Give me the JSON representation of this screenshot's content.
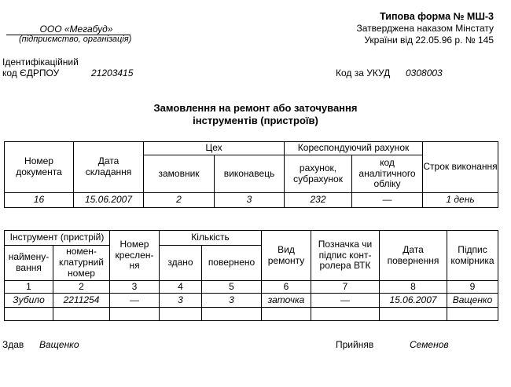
{
  "form": {
    "title": "Типова форма № МШ-3",
    "approved_line1": "Затверджена наказом Мінстату",
    "approved_line2": "України від 22.05.96 р. № 145"
  },
  "org": {
    "name": "ООО «Мегабуд»",
    "caption": "(підприємство, організація)"
  },
  "ident": {
    "label1": "Ідентифікаційний",
    "label2": "код ЄДРПОУ",
    "value": "21203415",
    "ukud_label": "Код за УКУД",
    "ukud_value": "0308003"
  },
  "doc_title": {
    "line1": "Замовлення на ремонт або заточування",
    "line2": "інструментів (пристроїв)"
  },
  "table1": {
    "headers": {
      "doc_number": "Номер документа",
      "date": "Дата складання",
      "shop": "Цех",
      "customer": "замовник",
      "executor": "виконавець",
      "account": "Кореспондуючий рахунок",
      "subaccount": "рахунок, субрахунок",
      "analytic_code": "код аналітичного обліку",
      "term": "Строк виконання"
    },
    "row": [
      "16",
      "15.06.2007",
      "2",
      "3",
      "232",
      "—",
      "1 день"
    ]
  },
  "table2": {
    "headers": {
      "instrument": "Інструмент (пристрій)",
      "name": "наймену-вання",
      "nomenclature": "номен-клатурний номер",
      "drawing": "Номер креслен-ня",
      "quantity": "Кількість",
      "handed": "здано",
      "returned": "повернено",
      "repair_type": "Вид ремонту",
      "otk_mark": "Позначка чи підпис конт-ролера ВТК",
      "return_date": "Дата повернення",
      "keeper_sign": "Підпис комірника"
    },
    "numbers": [
      "1",
      "2",
      "3",
      "4",
      "5",
      "6",
      "7",
      "8",
      "9"
    ],
    "row": [
      "Зубило",
      "2211254",
      "—",
      "3",
      "3",
      "заточка",
      "—",
      "15.06.2007",
      "Ващенко"
    ]
  },
  "footer": {
    "handed_label": "Здав",
    "handed_name": "Ващенко",
    "received_label": "Прийняв",
    "received_name": "Семенов"
  }
}
